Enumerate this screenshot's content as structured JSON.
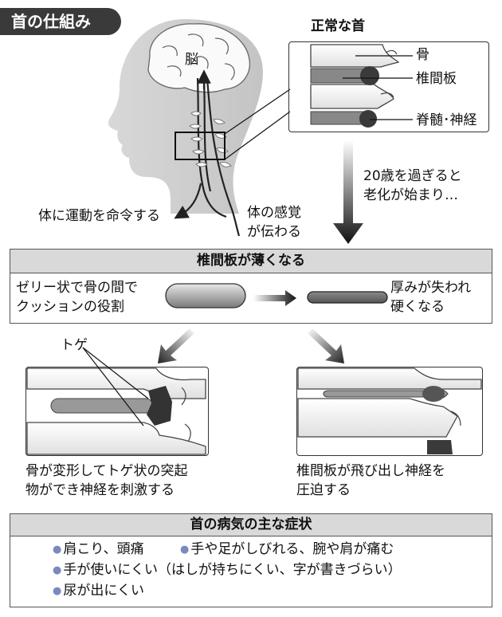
{
  "title": "首の仕組み",
  "normal_neck": {
    "title": "正常な首",
    "labels": {
      "bone": "骨",
      "disc": "椎間板",
      "spinal_nerve": "脊髄･神経"
    }
  },
  "head": {
    "brain": "脳",
    "motor": "体に運動を命令する",
    "sensory_line1": "体の感覚",
    "sensory_line2": "が伝わる"
  },
  "aging": {
    "line1": "20歳を過ぎると",
    "line2": "老化が始まり…"
  },
  "thinning": {
    "title": "椎間板が薄くなる",
    "left_line1": "ゼリー状で骨の間で",
    "left_line2": "クッションの役割",
    "right_line1": "厚みが失われ",
    "right_line2": "硬くなる"
  },
  "spur_case": {
    "label": "トゲ",
    "caption_line1": "骨が変形してトゲ状の突起",
    "caption_line2": "物ができ神経を刺激する"
  },
  "herniation_case": {
    "caption_line1": "椎間板が飛び出し神経を",
    "caption_line2": "圧迫する"
  },
  "symptoms": {
    "title": "首の病気の主な症状",
    "items": [
      "肩こり、頭痛",
      "手や足がしびれる、腕や肩が痛む",
      "手が使いにくい（はしが持ちにくい、字が書きづらい）",
      "尿が出にくい"
    ]
  }
}
